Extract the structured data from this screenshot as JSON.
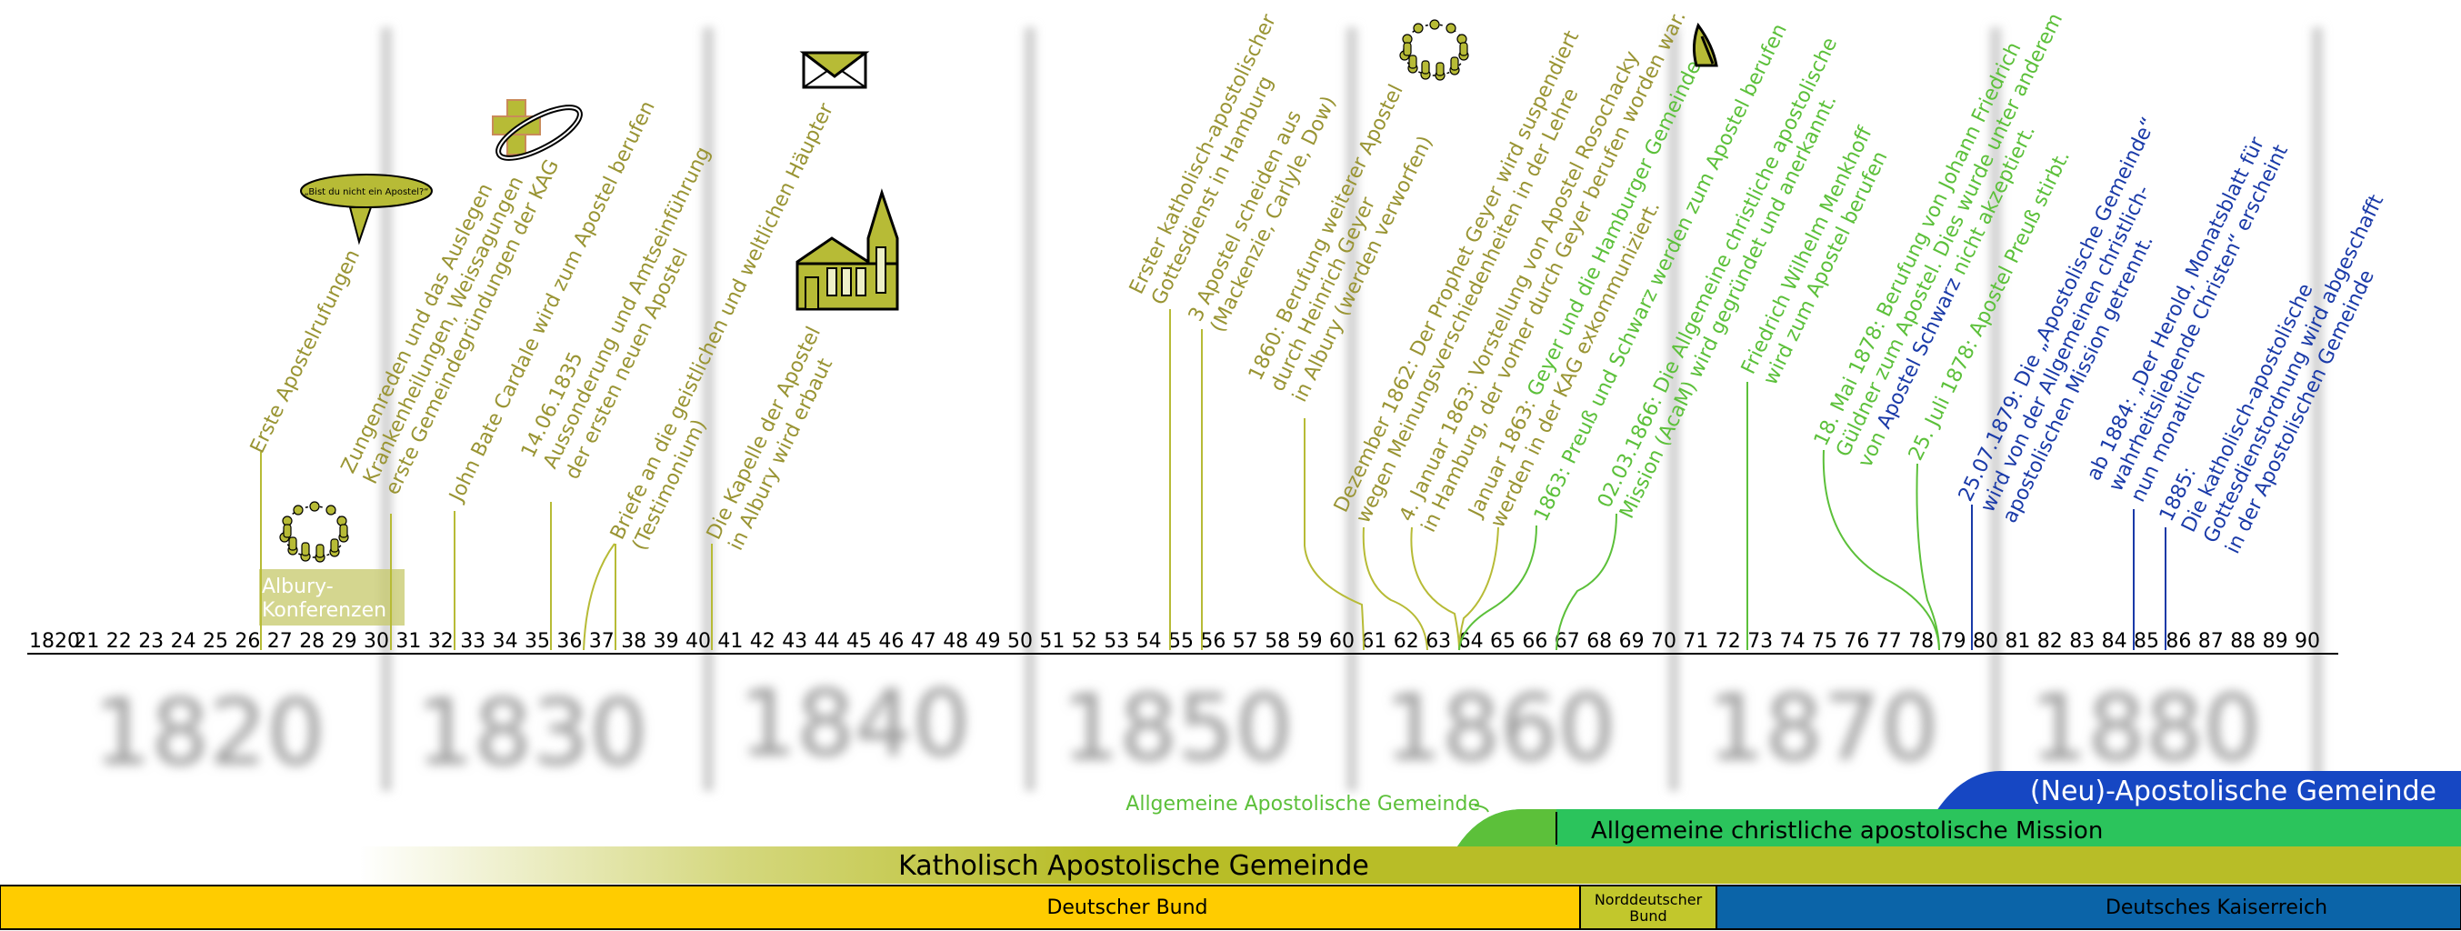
{
  "timeline": {
    "start_year": 1820,
    "end_year": 1890,
    "tick_labels": [
      "1820",
      "21",
      "22",
      "23",
      "24",
      "25",
      "26",
      "27",
      "28",
      "29",
      "30",
      "31",
      "32",
      "33",
      "34",
      "35",
      "36",
      "37",
      "38",
      "39",
      "40",
      "41",
      "42",
      "43",
      "44",
      "45",
      "46",
      "47",
      "48",
      "49",
      "50",
      "51",
      "52",
      "53",
      "54",
      "55",
      "56",
      "57",
      "58",
      "59",
      "60",
      "61",
      "62",
      "63",
      "64",
      "65",
      "66",
      "67",
      "68",
      "69",
      "70",
      "71",
      "72",
      "73",
      "74",
      "75",
      "76",
      "77",
      "78",
      "79",
      "80",
      "81",
      "82",
      "83",
      "84",
      "85",
      "86",
      "87",
      "88",
      "89",
      "90"
    ],
    "decade_labels": [
      "1820",
      "1830",
      "1840",
      "1850",
      "1860",
      "1870",
      "1880"
    ]
  },
  "events": {
    "e1826": "Erste Apostelrufungen",
    "e1830a": "Zungenreden und das Auslegen",
    "e1830b": "Krankenheilungen, Weissagungen",
    "e1830c": "erste Gemeindegründungen der KAG",
    "e1832": "John Bate Cardale wird zum Apostel berufen",
    "e1835a": "14.06.1835",
    "e1835b": "Aussonderung und Amtseinführung",
    "e1835c": "der ersten neuen Apostel",
    "e1836a": "Briefe an die geistlichen und weltlichen Häupter",
    "e1836b": "(Testimonium)",
    "e1840a": "Die Kapelle der Apostel",
    "e1840b": "in Albury wird erbaut",
    "e1854a": "Erster katholisch-apostolischer",
    "e1854b": "Gottesdienst in Hamburg",
    "e1855a": "3 Apostel scheiden aus",
    "e1855b": "(Mackenzie, Carlyle, Dow)",
    "e1860a": "1860: Berufung weiterer Apostel",
    "e1860b": "durch Heinrich Geyer",
    "e1860c": "in Albury (werden verworfen)",
    "e1862a": "Dezember 1862: Der Prophet Geyer wird suspendiert",
    "e1862b": "wegen Meinungsverschiedenheiten in der Lehre",
    "e1863a": "4. Januar 1863: Vorstellung von Apostel Rosochacky",
    "e1863b": "in Hamburg, der vorher durch Geyer berufen worden war.",
    "e1863c": "Januar 1863: ",
    "e1863c2": "Geyer und die Hamburger Gemeinde",
    "e1863d": "werden in der KAG exkommuniziert.",
    "e1863e": "1863: Preuß und Schwarz werden zum Apostel berufen",
    "e1866a": "02.03.1866: Die Allgemeine christliche apostolische",
    "e1866b": "Mission (AcaM) wird gegründet und anerkannt.",
    "e1872a": "Friedrich Wilhelm Menkhoff",
    "e1872b": "wird zum Apostel berufen",
    "e1878a": "18. Mai 1878: Berufung von Johann Friedrich",
    "e1878b": "Güldner zum Apostel. Dies wurde  unter anderem",
    "e1878c1": "von ",
    "e1878c2": "Apostel Schwarz",
    "e1878c3": " nicht akzeptiert.",
    "e1878d": "25. Juli 1878: Apostel Preuß stirbt.",
    "e1879a": "25.07.1879: Die „Apostolische Gemeinde“",
    "e1879b": "wird von der Allgemeinen christlich-",
    "e1879c": "apostolischen Mission getrennt.",
    "e1884a": "ab 1884: „Der Herold, Monatsblatt für",
    "e1884b": "wahrheitsliebende Christen“ erscheint",
    "e1884c": "nun monatlich",
    "e1885a": "1885:",
    "e1885b": "Die katholisch-apostolische",
    "e1885c": "Gottesdienstordnung wird abgeschafft",
    "e1885d": "in der Apostolischen Gemeinde",
    "speech_bubble": "„Bist du nicht ein Apostel?“",
    "albury": [
      "Albury-",
      "Konferenzen"
    ]
  },
  "bands": {
    "neu": "(Neu)-Apostolische Gemeinde",
    "aag": "Allgemeine Apostolische Gemeinde",
    "acam": "Allgemeine christliche apostolische Mission",
    "kag": "Katholisch Apostolische Gemeinde",
    "bund": "Deutscher Bund",
    "nord": [
      "Norddeutscher",
      "Bund"
    ],
    "kaiser": "Deutsches Kaiserreich"
  },
  "colors": {
    "olive": "#999433",
    "light_green": "#5cc03a",
    "blue": "#1a3aa8",
    "kag_band": "#b8bd27",
    "acam_band": "#2bc45c",
    "neu_band": "#1647c3",
    "bund": "#ffcc00",
    "nord": "#c2c72c",
    "kaiser": "#0b64a8"
  },
  "icons": [
    "people-circle-icon",
    "handshake-cross-icon",
    "envelope-icon",
    "chapel-icon",
    "people-circle-icon",
    "feather-icon"
  ]
}
